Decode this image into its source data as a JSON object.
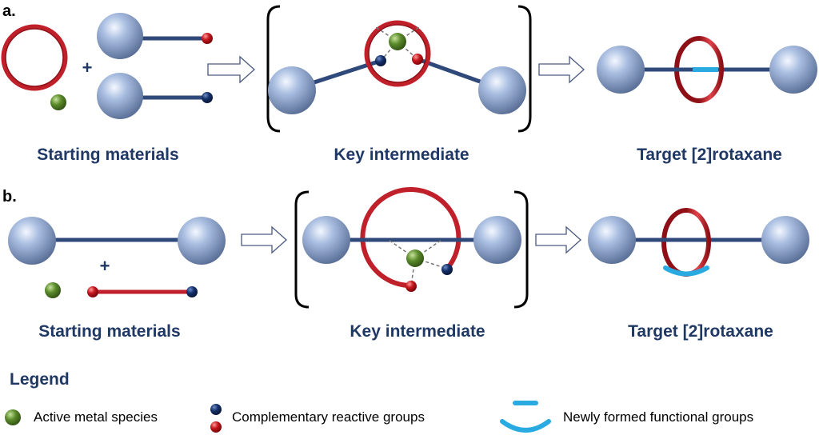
{
  "panel_a": {
    "marker": "a.",
    "plus": "+",
    "captions": {
      "starting": "Starting materials",
      "intermediate": "Key intermediate",
      "target": "Target [2]rotaxane"
    }
  },
  "panel_b": {
    "marker": "b.",
    "plus": "+",
    "captions": {
      "starting": "Starting materials",
      "intermediate": "Key intermediate",
      "target": "Target [2]rotaxane"
    }
  },
  "legend": {
    "title": "Legend",
    "items": [
      {
        "label": "Active metal species",
        "icon": "green-sphere-icon"
      },
      {
        "label": "Complementary reactive groups",
        "icon": "reactive-group-dots-icon"
      },
      {
        "label": "Newly formed functional groups",
        "icon": "new-bond-icon"
      }
    ]
  },
  "colors": {
    "text_blue": "#1f3864",
    "stopper": "#a8bde0",
    "axle": "#2f4a7a",
    "ring_red": "#c0202a",
    "metal_green": "#5a8a2a",
    "group_red": "#c4161c",
    "group_blue": "#14306a",
    "new_group": "#29abe2"
  }
}
